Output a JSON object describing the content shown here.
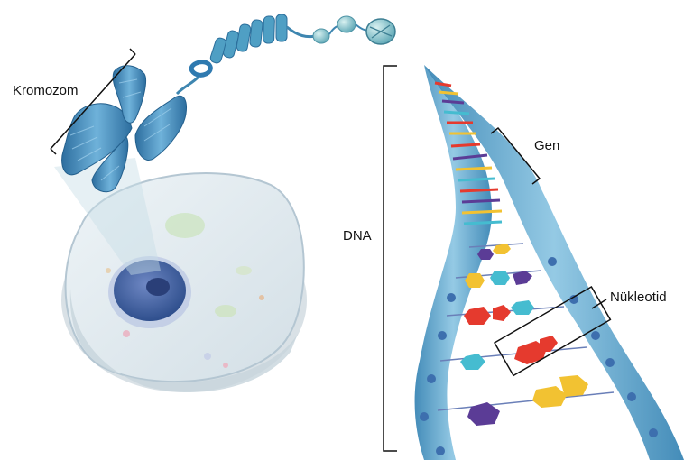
{
  "labels": {
    "chromosome": "Kromozom",
    "dna": "DNA",
    "gene": "Gen",
    "nucleotide": "Nükleotid"
  },
  "colors": {
    "chromosome": "#3f86b6",
    "cell": "#dfe9ef",
    "nucleus": "#3d5f9c",
    "backbone": "#4f97c0",
    "phosphate": "#3d6fae",
    "base_red": "#e53a2e",
    "base_cyan": "#45bcd0",
    "base_yellow": "#f2c232",
    "base_purple": "#5b3c96",
    "bracket": "#111111"
  }
}
